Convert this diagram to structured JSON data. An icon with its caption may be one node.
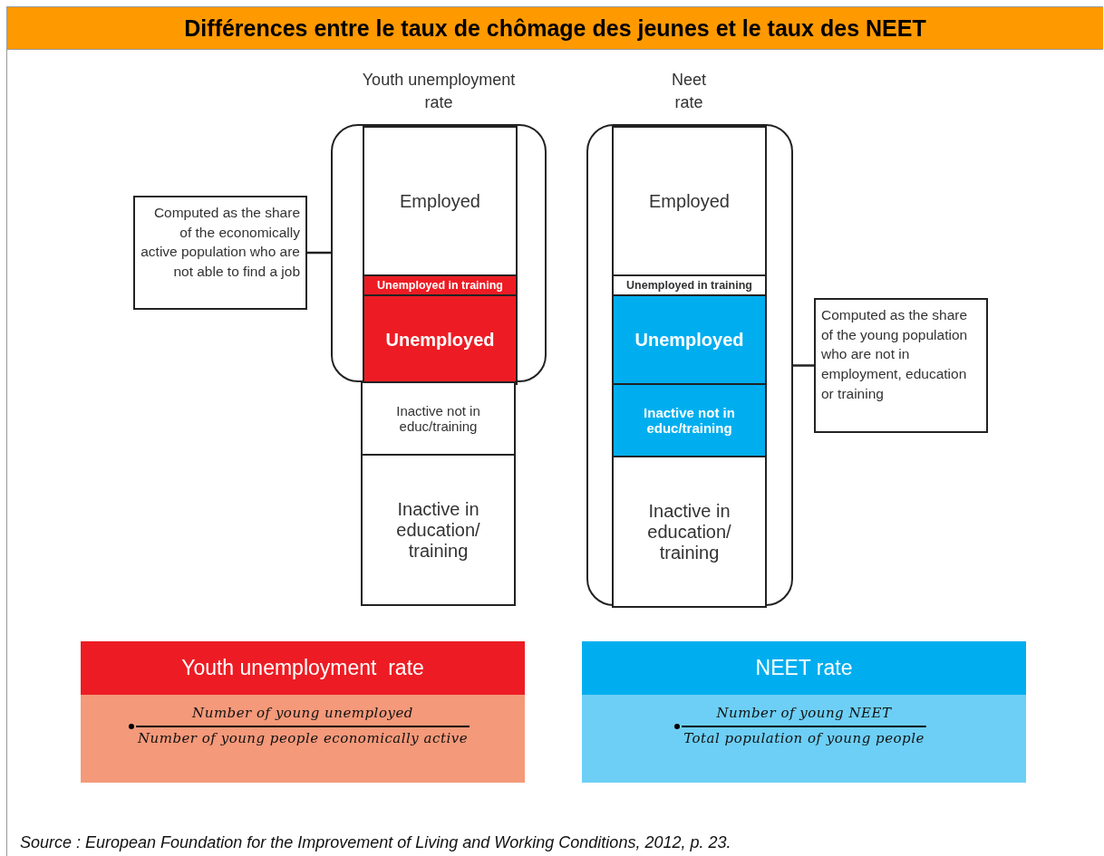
{
  "diagram": {
    "title": "Différences entre le taux de chômage des jeunes et le taux des NEET",
    "caption": "Source : European Foundation for the Improvement of Living and Working Conditions, 2012, p. 23.",
    "nodes": [
      {
        "text": [],
        "shape": "box"
      },
      {
        "text": [
          "Employed"
        ],
        "in": 0
      },
      {
        "text": [
          "Unemployed in training"
        ],
        "in": 0
      },
      {
        "text": [
          "Unemployed"
        ],
        "in": 0
      },
      {
        "text": [
          "Inactive not in educ/training"
        ]
      },
      {
        "text": [
          "Inactive in education/ training"
        ]
      },
      {
        "text": [
          "Computed as the share of the economically active population who are not able to find a job"
        ]
      },
      {
        "text": [],
        "shape": "box"
      },
      {
        "text": [
          "Employed"
        ],
        "in": 7
      },
      {
        "text": [
          "Unemployed in training"
        ],
        "in": 7
      },
      {
        "text": [
          "Unemployed"
        ],
        "in": 7
      },
      {
        "text": [
          "Inactive not in educ/training"
        ],
        "in": 7
      },
      {
        "text": [
          "Inactive in education/ training"
        ],
        "in": 7
      },
      {
        "text": [
          "Computed as the share of the young population who are not in employment, education or training"
        ]
      },
      {
        "text": [
          "Youth unemployment  rate",
          "Number of young unemployed",
          "Number of young people economically active"
        ]
      },
      {
        "text": [
          "NEET rate",
          "Number of young NEET",
          "Total population of young people"
        ]
      }
    ],
    "edges": [
      {
        "from": 6,
        "to": 0,
        "arrow": "none"
      },
      {
        "from": 13,
        "to": 7,
        "arrow": "none"
      }
    ],
    "labels": [
      "Youth unemployment rate",
      "Neet rate"
    ]
  }
}
